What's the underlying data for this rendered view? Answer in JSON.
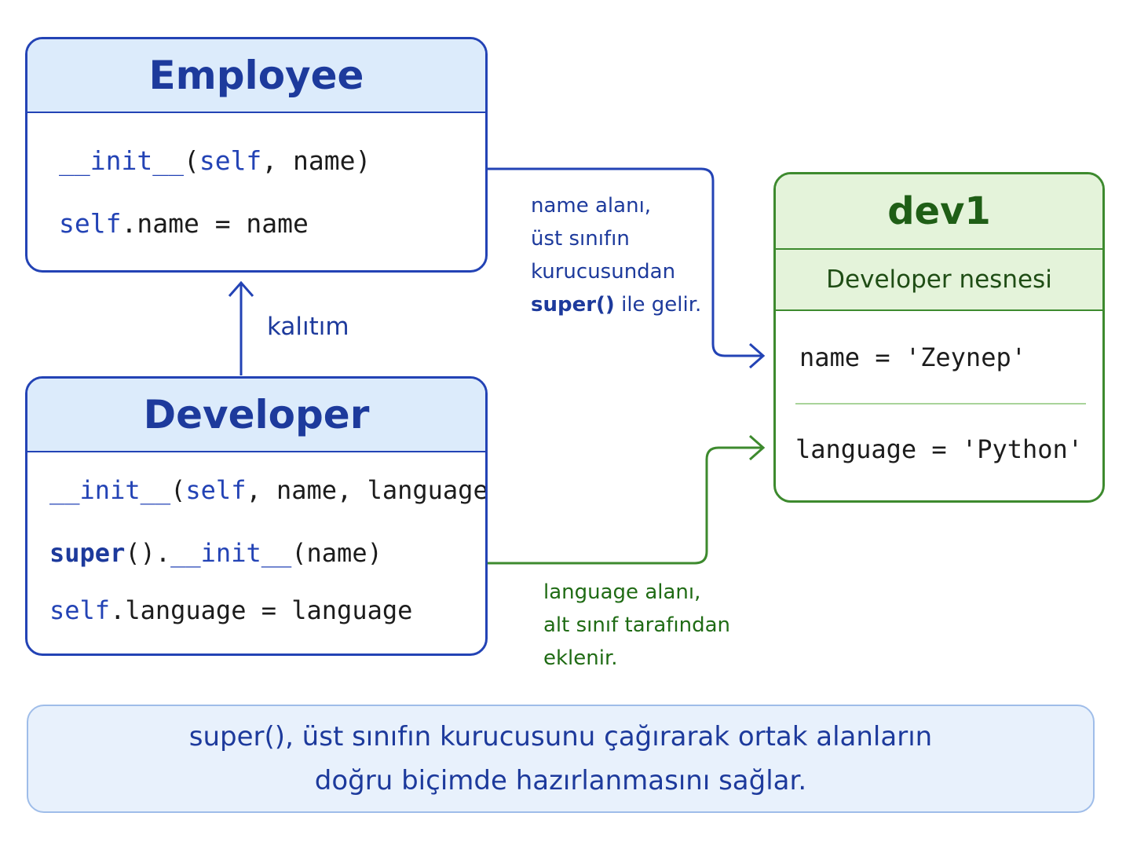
{
  "employee": {
    "title": "Employee",
    "init_name": "__init__",
    "init_args_pre": "(",
    "init_self": "self",
    "init_args_post": ", name)",
    "assign_self": "self",
    "assign_rest": ".name = name"
  },
  "developer": {
    "title": "Developer",
    "init_name": "__init__",
    "init_args_pre": "(",
    "init_self": "self",
    "init_args_post": ", name, language)",
    "super_kw": "super",
    "super_rest_a": "().",
    "super_init": "__init__",
    "super_rest_b": "(name)",
    "assign_self": "self",
    "assign_rest": ".language = language"
  },
  "inheritance_label": "kalıtım",
  "dev1": {
    "title": "dev1",
    "subtitle": "Developer nesnesi",
    "name_attr": "name = 'Zeynep'",
    "language_attr": "language = 'Python'"
  },
  "name_note": {
    "line1": "name alanı,",
    "line2": "üst sınıfın",
    "line3": "kurucusundan",
    "line4_kw": "super()",
    "line4_rest": " ile gelir."
  },
  "language_note": {
    "line1": "language alanı,",
    "line2": "alt sınıf tarafından",
    "line3": "eklenir."
  },
  "footer": {
    "line1": "super(), üst sınıfın kurucusunu çağırarak ortak alanların",
    "line2": "doğru biçimde hazırlanmasını sağlar."
  },
  "colors": {
    "blue": "#2343b5",
    "green": "#3d8a2e",
    "blue_header": "#dcebfb",
    "green_header": "#e4f3da"
  }
}
